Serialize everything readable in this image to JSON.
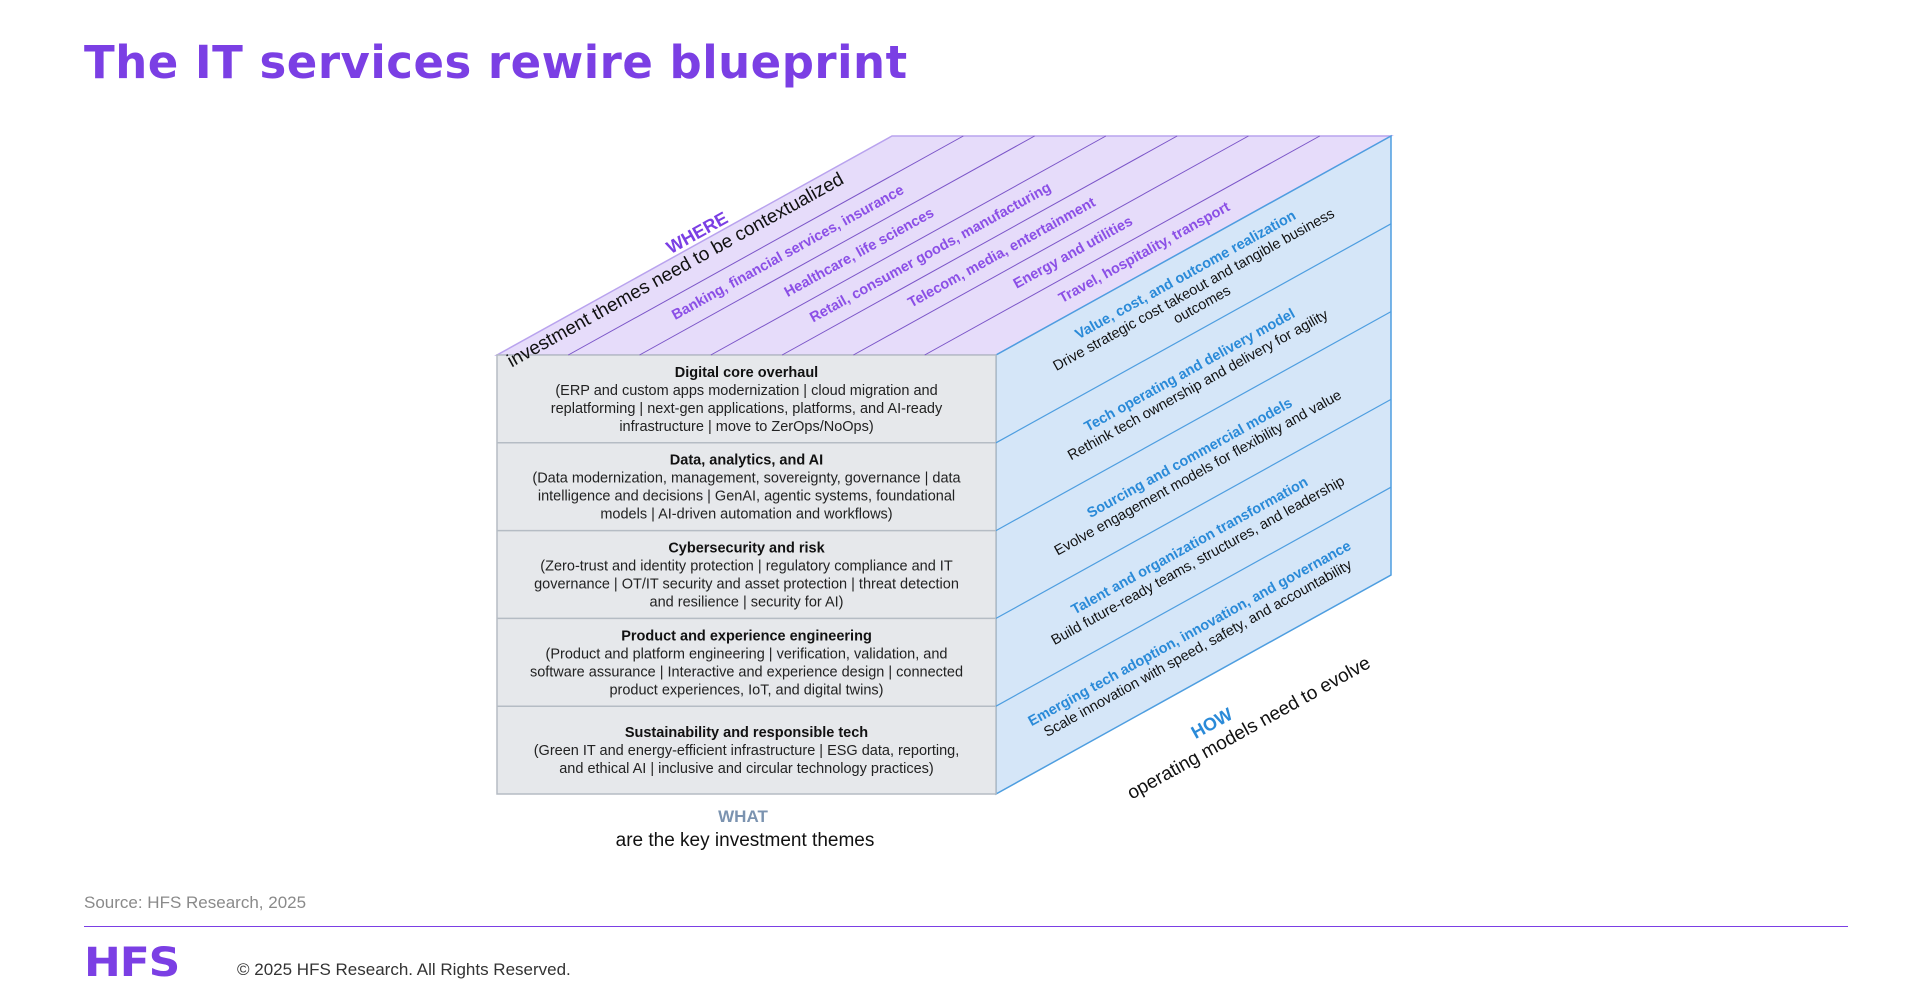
{
  "title": "The IT services rewire blueprint",
  "where": {
    "heading": "WHERE",
    "sub": "investment themes need to be contextualized"
  },
  "what": {
    "heading": "WHAT",
    "sub": "are the key investment themes"
  },
  "how": {
    "heading": "HOW",
    "sub": "operating models need to evolve"
  },
  "industries": [
    "Banking, financial services, insurance",
    "Healthcare, life sciences",
    "Retail, consumer goods, manufacturing",
    "Telecom, media, entertainment",
    "Energy and utilities",
    "Travel, hospitality, transport"
  ],
  "themes": [
    {
      "title": "Digital core overhaul",
      "lines": [
        "(ERP and custom apps modernization | cloud migration and",
        "replatforming | next-gen applications, platforms, and AI-ready",
        "infrastructure | move to ZerOps/NoOps)"
      ]
    },
    {
      "title": "Data, analytics, and AI",
      "lines": [
        "(Data modernization, management, sovereignty, governance | data",
        "intelligence and decisions | GenAI, agentic systems,  foundational",
        "models | AI-driven automation and workflows)"
      ]
    },
    {
      "title": "Cybersecurity and risk",
      "lines": [
        "(Zero-trust and identity protection | regulatory compliance and IT",
        "governance | OT/IT security and asset protection | threat detection",
        "and resilience | security for AI)"
      ]
    },
    {
      "title": "Product and experience engineering",
      "lines": [
        "(Product and platform engineering | verification, validation, and",
        "software assurance | Interactive and experience design | connected",
        "product experiences, IoT, and digital twins)"
      ]
    },
    {
      "title": "Sustainability and responsible tech",
      "lines": [
        "(Green IT and energy-efficient infrastructure | ESG data, reporting,",
        "and ethical AI | inclusive and circular technology practices)"
      ]
    }
  ],
  "operating_models": [
    {
      "title": "Value, cost, and outcome realization",
      "lines": [
        "Drive strategic cost takeout and tangible business",
        "outcomes"
      ]
    },
    {
      "title": "Tech operating and delivery model",
      "lines": [
        "Rethink tech ownership and delivery for agility"
      ]
    },
    {
      "title": "Sourcing and commercial models",
      "lines": [
        "Evolve engagement models for flexibility and value"
      ]
    },
    {
      "title": "Talent and organization transformation",
      "lines": [
        "Build future-ready teams, structures, and leadership"
      ]
    },
    {
      "title": "Emerging tech adoption, innovation, and governance",
      "lines": [
        "Scale innovation with speed, safety, and accountability"
      ]
    }
  ],
  "colors": {
    "accent": "#7b3fe4",
    "top_face": "#e6dcfa",
    "side_face": "#d5e6f8",
    "front_face": "#e6e8eb",
    "how_blue": "#2a8ad8",
    "what_gray": "#7b93b0"
  },
  "source": "Source: HFS Research, 2025",
  "logo": "HFS",
  "copyright": "© 2025 HFS Research. All Rights Reserved."
}
